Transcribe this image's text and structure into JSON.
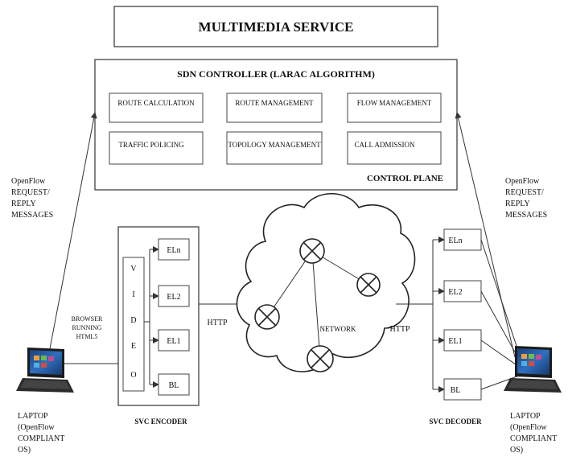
{
  "multimedia_service": "MULTIMEDIA SERVICE",
  "controller": {
    "title": "SDN CONTROLLER (LARAC ALGORITHM)",
    "plane_label": "CONTROL PLANE",
    "modules": [
      "ROUTE CALCULATION",
      "ROUTE MANAGEMENT",
      "FLOW MANAGEMENT",
      "TRAFFIC POLICING",
      "TOPOLOGY MANAGEMENT",
      "CALL ADMISSION"
    ]
  },
  "openflow_left": [
    "OpenFlow",
    "REQUEST/",
    "REPLY",
    "MESSAGES"
  ],
  "openflow_right": [
    "OpenFlow",
    "REQUEST/",
    "REPLY",
    "MESSAGES"
  ],
  "browser_label": [
    "BROWSER",
    "RUNNING",
    "HTML5"
  ],
  "video_letters": [
    "V",
    "I",
    "D",
    "E",
    "O"
  ],
  "encoder": {
    "label": "SVC ENCODER",
    "layers": [
      "ELn",
      "EL2",
      "EL1",
      "BL"
    ]
  },
  "decoder": {
    "label": "SVC DECODER",
    "layers": [
      "ELn",
      "EL2",
      "EL1",
      "BL"
    ]
  },
  "http_left": "HTTP",
  "http_right": "HTTP",
  "network_label": "NETWORK",
  "laptop_left": [
    "LAPTOP",
    "(OpenFlow",
    "COMPLIANT",
    "OS)"
  ],
  "laptop_right": [
    "LAPTOP",
    "(OpenFlow",
    "COMPLIANT",
    "OS)"
  ]
}
